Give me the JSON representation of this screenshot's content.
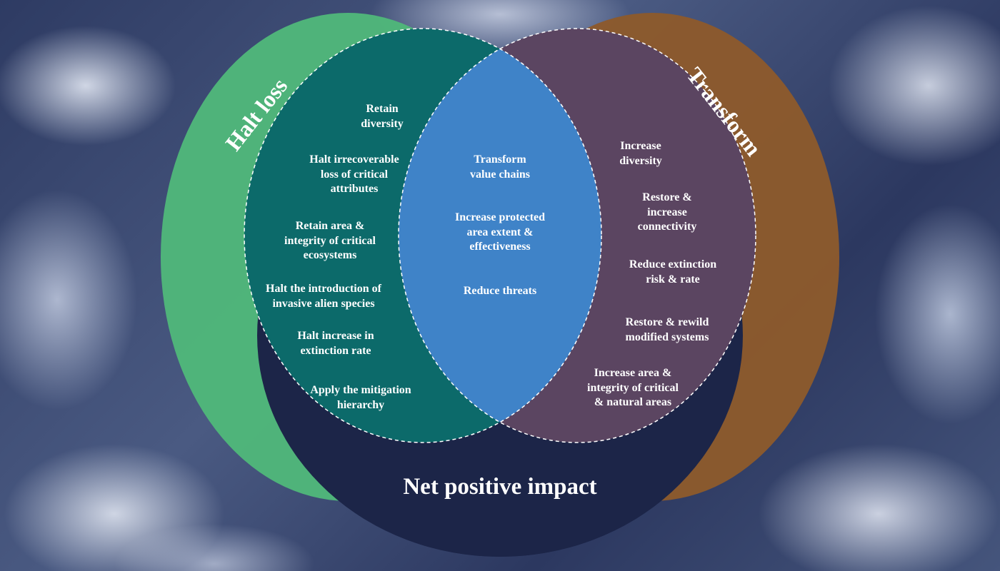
{
  "colors": {
    "halt_loss": "#4fb77a",
    "transform": "#8c5a2c",
    "net_positive": "#1c2548",
    "teal": "#0c6a6a",
    "purple": "#5b4561",
    "blue": "#3f83c8"
  },
  "titles": {
    "halt_loss": "Halt loss",
    "transform": "Transform",
    "net_positive": "Net positive impact"
  },
  "halt_loss_items": [
    "Retain\ndiversity",
    "Halt irrecoverable\nloss of critical\nattributes",
    "Retain area &\nintegrity of critical\necosystems",
    "Halt the introduction of\ninvasive alien species",
    "Halt increase in\nextinction rate",
    "Apply the mitigation\nhierarchy"
  ],
  "shared_items": [
    "Transform\nvalue chains",
    "Increase protected\narea extent &\neffectiveness",
    "Reduce threats"
  ],
  "transform_items": [
    "Increase\ndiversity",
    "Restore &\nincrease\nconnectivity",
    "Reduce extinction\nrisk & rate",
    "Restore & rewild\nmodified systems",
    "Increase area &\nintegrity of critical\n& natural areas"
  ]
}
